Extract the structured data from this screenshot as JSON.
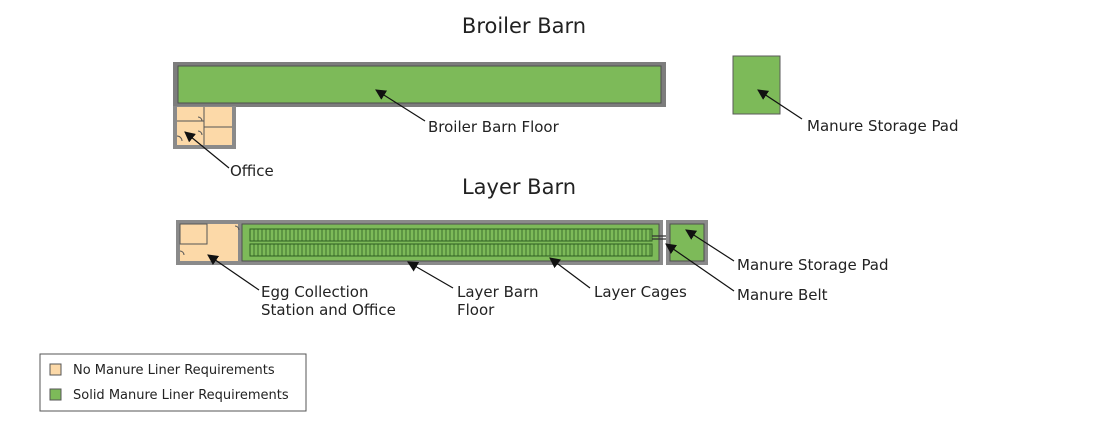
{
  "titles": {
    "broiler": "Broiler Barn",
    "layer": "Layer Barn"
  },
  "labels": {
    "broiler_floor": "Broiler Barn Floor",
    "broiler_manure_pad": "Manure Storage Pad",
    "office": "Office",
    "layer_manure_pad": "Manure Storage Pad",
    "manure_belt": "Manure Belt",
    "layer_cages": "Layer Cages",
    "layer_floor_line1": "Layer Barn",
    "layer_floor_line2": "Floor",
    "egg_line1": "Egg Collection",
    "egg_line2": "Station and Office"
  },
  "legend": {
    "no_liner": "No Manure Liner Requirements",
    "solid_liner": "Solid Manure Liner Requirements"
  },
  "colors": {
    "solid_liner": "#7dba59",
    "no_liner": "#fcd9a8",
    "wall": "#8a8a8a",
    "text": "#222222"
  }
}
